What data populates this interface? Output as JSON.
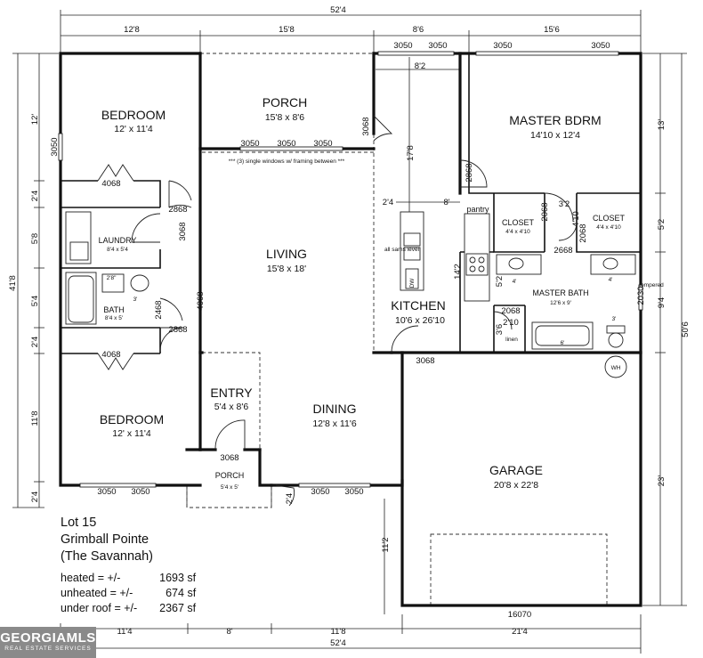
{
  "rooms": {
    "porch": {
      "name": "PORCH",
      "size": "15'8 x 8'6"
    },
    "master": {
      "name": "MASTER BDRM",
      "size": "14'10 x 12'4"
    },
    "bedroom1": {
      "name": "BEDROOM",
      "size": "12' x 11'4"
    },
    "laundry": {
      "name": "LAUNDRY",
      "size": "8'4 x 5'4"
    },
    "bath": {
      "name": "BATH",
      "size": "8'4 x 5'"
    },
    "living": {
      "name": "LIVING",
      "size": "15'8 x 18'"
    },
    "kitchen": {
      "name": "KITCHEN",
      "size": "10'6 x 26'10"
    },
    "closet1": {
      "name": "CLOSET",
      "size": "4'4 x 4'10"
    },
    "closet2": {
      "name": "CLOSET",
      "size": "4'4 x 4'10"
    },
    "masterbath": {
      "name": "MASTER BATH",
      "size": "12'6 x 9'"
    },
    "bedroom2": {
      "name": "BEDROOM",
      "size": "12' x 11'4"
    },
    "entry": {
      "name": "ENTRY",
      "size": "5'4 x 8'6"
    },
    "dining": {
      "name": "DINING",
      "size": "12'8 x 11'6"
    },
    "garage": {
      "name": "GARAGE",
      "size": "20'8 x 22'8"
    },
    "porch2": {
      "name": "PORCH",
      "size": "5'4 x 5'"
    }
  },
  "labels": {
    "pantry": "pantry",
    "linen": "linen",
    "wh": "WH",
    "dw": "DW",
    "sink_note": "all sams level",
    "tempered": "tempered",
    "windows_note": "*** (3) single windows w/ framing between ***",
    "b2_8": "2'8\"",
    "b3": "3'",
    "mb_4a": "4'",
    "mb_4b": "4'",
    "mb_3": "3'",
    "mb_6": "6'"
  },
  "dims": {
    "top_total": "52'4",
    "bottom_total": "52'4",
    "top_a": "12'8",
    "top_b": "15'8",
    "top_c": "8'6",
    "top_d": "15'6",
    "bot_a": "11'4",
    "bot_b": "8'",
    "bot_c": "11'8",
    "bot_d": "21'4",
    "left_total": "41'8",
    "left_a": "12'",
    "left_b": "2'4",
    "left_c": "5'8",
    "left_d": "5'4",
    "left_e": "2'4",
    "left_f": "11'8",
    "left_g": "2'4",
    "right_total": "50'6",
    "right_a": "13'",
    "right_b": "5'2",
    "right_c": "9'4",
    "right_d": "23'",
    "kitchen_v": "17'8",
    "kitchen_top": "8'2",
    "pantry_w": "2'4",
    "pantry_8": "8'",
    "k_14_2": "14'2",
    "mb_5_2": "5'2",
    "mb_3_6": "3'6",
    "mb_2_10": "2'10",
    "closet_3_2": "3'2",
    "closet_4_10": "4'10",
    "dining_2_4": "2'4",
    "garage_11_2": "11'2"
  },
  "openings": {
    "w_top_1": "3050",
    "w_top_2": "3050",
    "w_top_3": "3050",
    "w_top_4": "3050",
    "w_porch_1": "3050",
    "w_porch_2": "3050",
    "w_porch_3": "3050",
    "w_left": "3050",
    "d_porch": "3068",
    "d_bed1": "4068",
    "d_bed1b": "2868",
    "d_laundry": "3068",
    "d_bath": "2468",
    "d_bath2": "2868",
    "d_living": "4068",
    "d_bed2": "4068",
    "d_master": "2868",
    "d_closet1": "2068",
    "d_closet2": "2068",
    "d_closet3": "2668",
    "d_linen": "2068",
    "d_window_mb": "2030",
    "d_garage": "3068",
    "d_entry": "3068",
    "w_bot_1": "3050",
    "w_bot_2": "3050",
    "w_bot_3": "3050",
    "w_bot_4": "3050",
    "garage_door": "16070"
  },
  "info": {
    "lot": "Lot 15",
    "subdivision": "Grimball Pointe",
    "plan": "(The Savannah)",
    "heated_label": "heated = +/-",
    "heated_value": "1693 sf",
    "unheated_label": "unheated = +/-",
    "unheated_value": "674 sf",
    "underroof_label": "under roof = +/-",
    "underroof_value": "2367 sf"
  },
  "logo": {
    "main": "GEORGIAMLS",
    "sub": "REAL ESTATE SERVICES"
  }
}
